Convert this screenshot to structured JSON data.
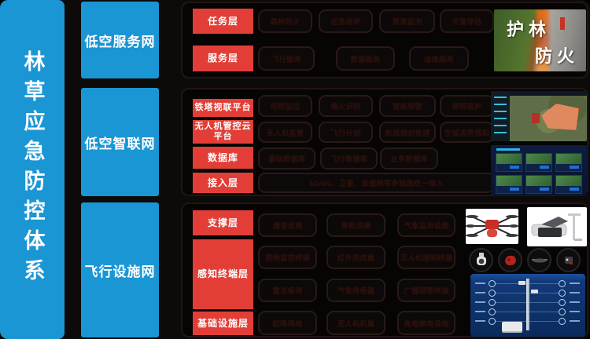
{
  "title": "林草应急防控体系",
  "colors": {
    "blue": "#1b96d4",
    "red": "#e23e37",
    "panel_border": "#221514",
    "background": "#0d0a0a"
  },
  "sections": [
    {
      "label": "低空服务网",
      "rows": [
        {
          "tag": "任务层",
          "items": [
            "森林防火",
            "应急巡护",
            "资源监测",
            "灾害评估"
          ]
        },
        {
          "tag": "服务层",
          "items": [
            "飞行服务",
            "数据服务",
            "运维服务"
          ]
        }
      ],
      "image": {
        "caption_top": "护林",
        "caption_bottom": "防火"
      }
    },
    {
      "label": "低空智联网",
      "rows": [
        {
          "tag": "铁塔视联平台",
          "items": [
            "视频监控",
            "烟火识别",
            "智能预警",
            "视频巡护"
          ]
        },
        {
          "tag": "无人机管控云平台",
          "items": [
            "无人机监管",
            "飞行计划",
            "航线规划管理",
            "空域态势感知"
          ]
        },
        {
          "tag": "数据库",
          "items": [
            "基础数据库",
            "飞行数据库",
            "业务数据库"
          ]
        },
        {
          "tag": "接入层",
          "items": [
            "5G/4G、卫星、自组网等多链路统一接入"
          ]
        }
      ]
    },
    {
      "label": "飞行设施网",
      "rows": [
        {
          "tag": "支撑层",
          "items": [
            "通信设施",
            "导航设施",
            "气象监测设施"
          ]
        },
        {
          "tag": "感知终端层",
          "items": [
            "视频监控终端",
            "红外热成像",
            "无人机感知终端",
            "雷达探测",
            "气象传感器",
            "广播预警终端"
          ]
        },
        {
          "tag": "基础设施层",
          "items": [
            "起降场地",
            "无人机机巢",
            "充电换电设施"
          ]
        }
      ]
    }
  ]
}
